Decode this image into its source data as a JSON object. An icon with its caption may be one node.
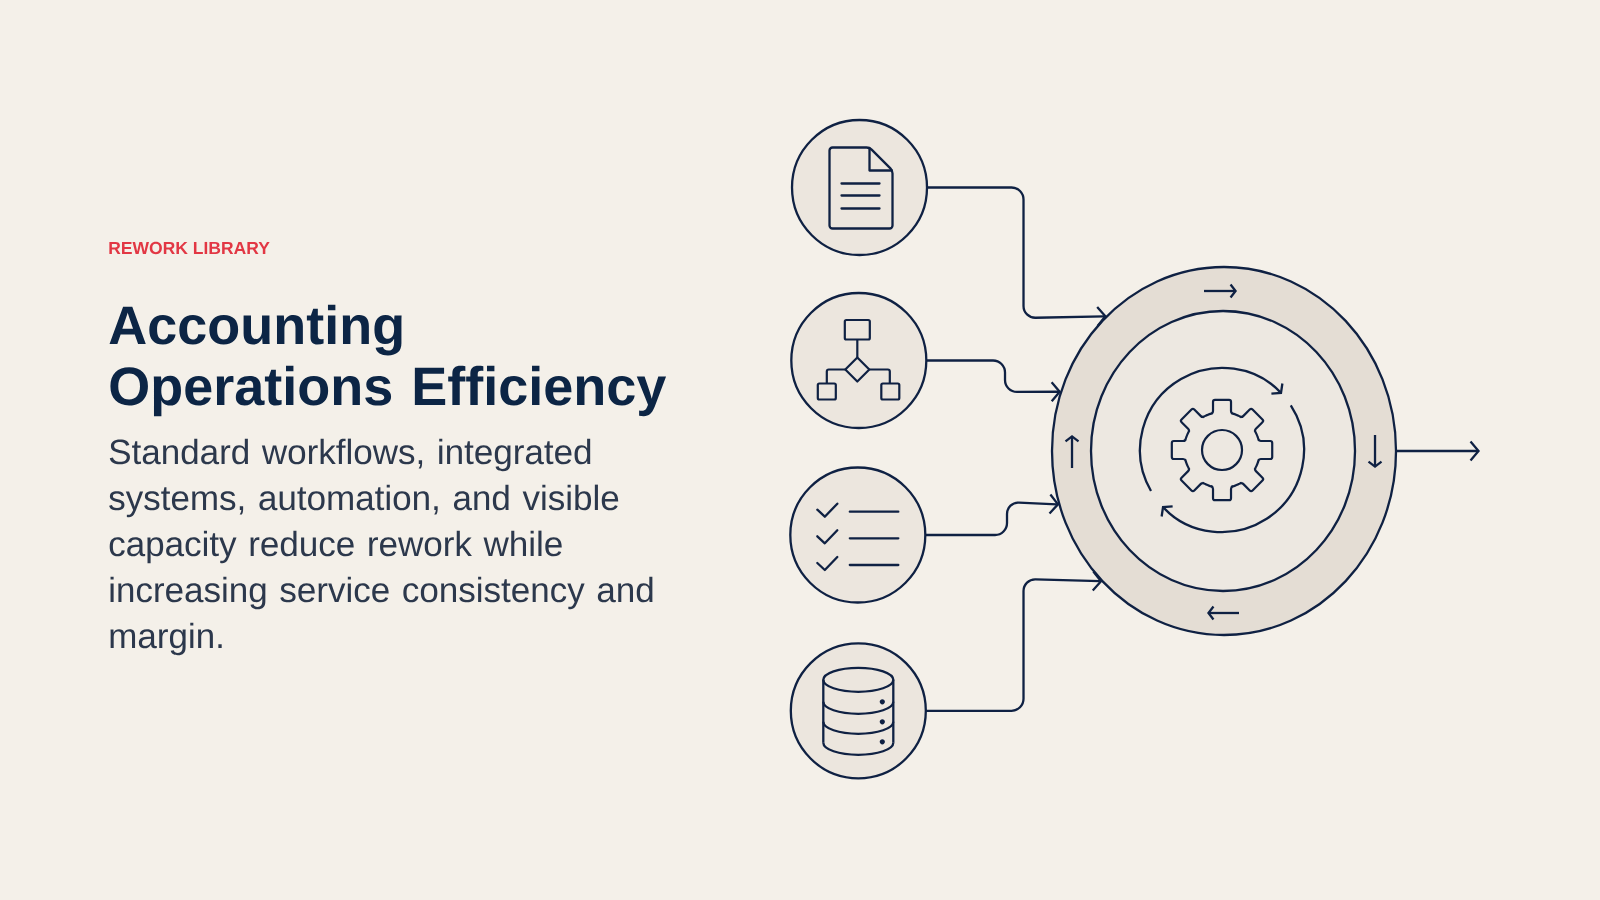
{
  "diagram": {
    "title": "Accounting Operations Efficiency",
    "nodes": [
      {
        "text": [],
        "shape": "circle"
      },
      {
        "text": [],
        "shape": "circle"
      },
      {
        "text": [],
        "shape": "circle"
      },
      {
        "text": [],
        "shape": "circle"
      },
      {
        "text": [],
        "shape": "circle"
      }
    ],
    "edges": [
      {
        "from": 0,
        "to": 4,
        "arrow": "to"
      },
      {
        "from": 1,
        "to": 4,
        "arrow": "to"
      },
      {
        "from": 2,
        "to": 4,
        "arrow": "to"
      },
      {
        "from": 3,
        "to": 4,
        "arrow": "to"
      },
      {
        "from": 4,
        "to": null,
        "arrow": "to"
      }
    ],
    "labels": [
      "REWORK LIBRARY",
      "Standard workflows, integrated systems, automation, and visible capacity reduce rework while increasing service consistency and margin."
    ]
  }
}
